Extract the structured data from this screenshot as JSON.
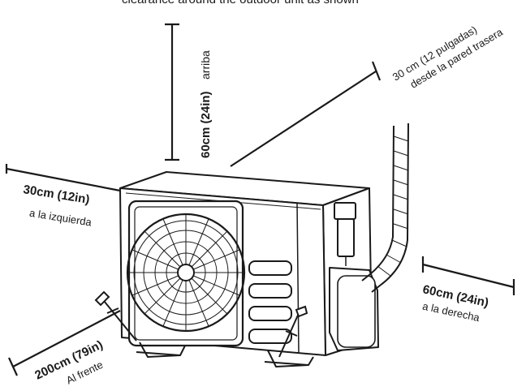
{
  "header": {
    "cut_text": "clearance around the outdoor unit as shown"
  },
  "clearances": {
    "top": {
      "measure": "60cm (24in)",
      "side": "arriba"
    },
    "back": {
      "measure": "30 cm (12 pulgadas)",
      "side": "desde la pared trasera"
    },
    "left": {
      "measure": "30cm (12in)",
      "side": "a la izquierda"
    },
    "right": {
      "measure": "60cm (24in)",
      "side": "a la derecha"
    },
    "front": {
      "measure": "200cm (79in)",
      "side": "Al frente"
    }
  },
  "icons": [
    "outdoor-ac-unit-icon",
    "fan-icon",
    "refrigerant-pipe-icon",
    "mounting-bolt-icon",
    "dimension-line-icon"
  ],
  "colors": {
    "line": "#1a1a1a",
    "background": "#ffffff"
  }
}
